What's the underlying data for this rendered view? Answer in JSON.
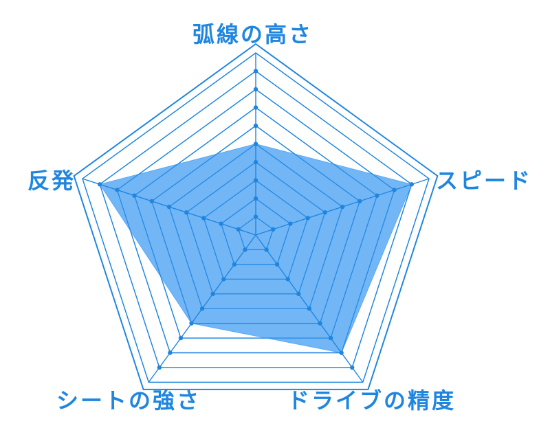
{
  "chart_data": {
    "type": "radar",
    "axes": [
      "弧線の高さ",
      "スピード",
      "ドライブの精度",
      "シートの強さ",
      "反発"
    ],
    "values": [
      5,
      9,
      8,
      6,
      9
    ],
    "max": 10,
    "rings": 10,
    "colors": {
      "line": "#1f86e0",
      "fill": "#5aa9f5",
      "label": "#1f86e0"
    }
  }
}
